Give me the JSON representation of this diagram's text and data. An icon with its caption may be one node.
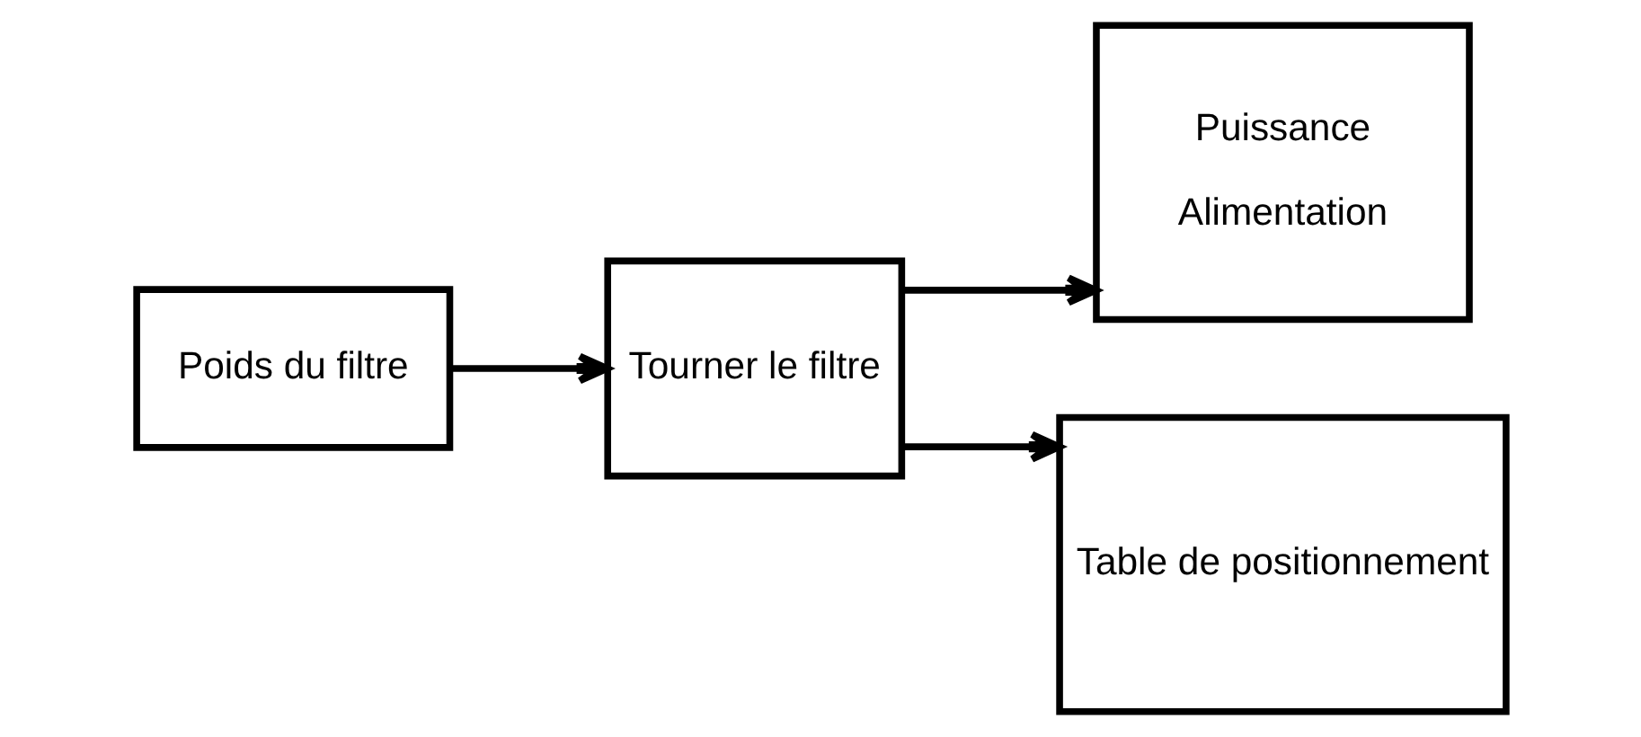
{
  "diagram": {
    "nodes": [
      {
        "text": [
          "Poids du filtre"
        ]
      },
      {
        "text": [
          "Tourner le filtre"
        ]
      },
      {
        "text": [
          "Puissance",
          "Alimentation"
        ]
      },
      {
        "text": [
          "Table de positionnement"
        ]
      }
    ],
    "edges": [
      {
        "from": 0,
        "to": 1,
        "arrow": "to"
      },
      {
        "from": 1,
        "to": 2,
        "arrow": "to"
      },
      {
        "from": 1,
        "to": 3,
        "arrow": "to"
      }
    ]
  }
}
